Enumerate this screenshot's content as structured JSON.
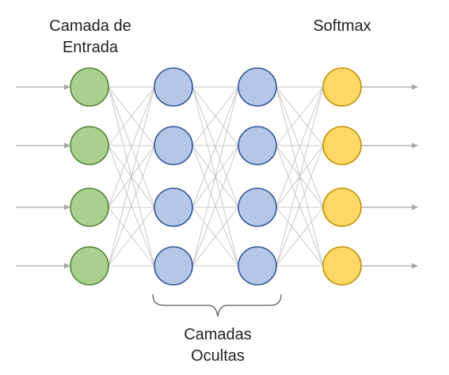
{
  "labels": {
    "input_layer": [
      "Camada de",
      "Entrada"
    ],
    "output_layer": "Softmax",
    "hidden_layers": [
      "Camadas",
      "Ocultas"
    ]
  },
  "layers": [
    {
      "name": "input",
      "neurons": 4,
      "fill": "#a9d18e",
      "stroke": "#538135"
    },
    {
      "name": "hidden-1",
      "neurons": 4,
      "fill": "#b4c7e7",
      "stroke": "#2f5597"
    },
    {
      "name": "hidden-2",
      "neurons": 4,
      "fill": "#b4c7e7",
      "stroke": "#2f5597"
    },
    {
      "name": "softmax",
      "neurons": 4,
      "fill": "#ffd966",
      "stroke": "#bf9000"
    }
  ],
  "colors": {
    "connection": "#c8c8c8",
    "arrow": "#a6a6a6",
    "brace": "#595959"
  }
}
